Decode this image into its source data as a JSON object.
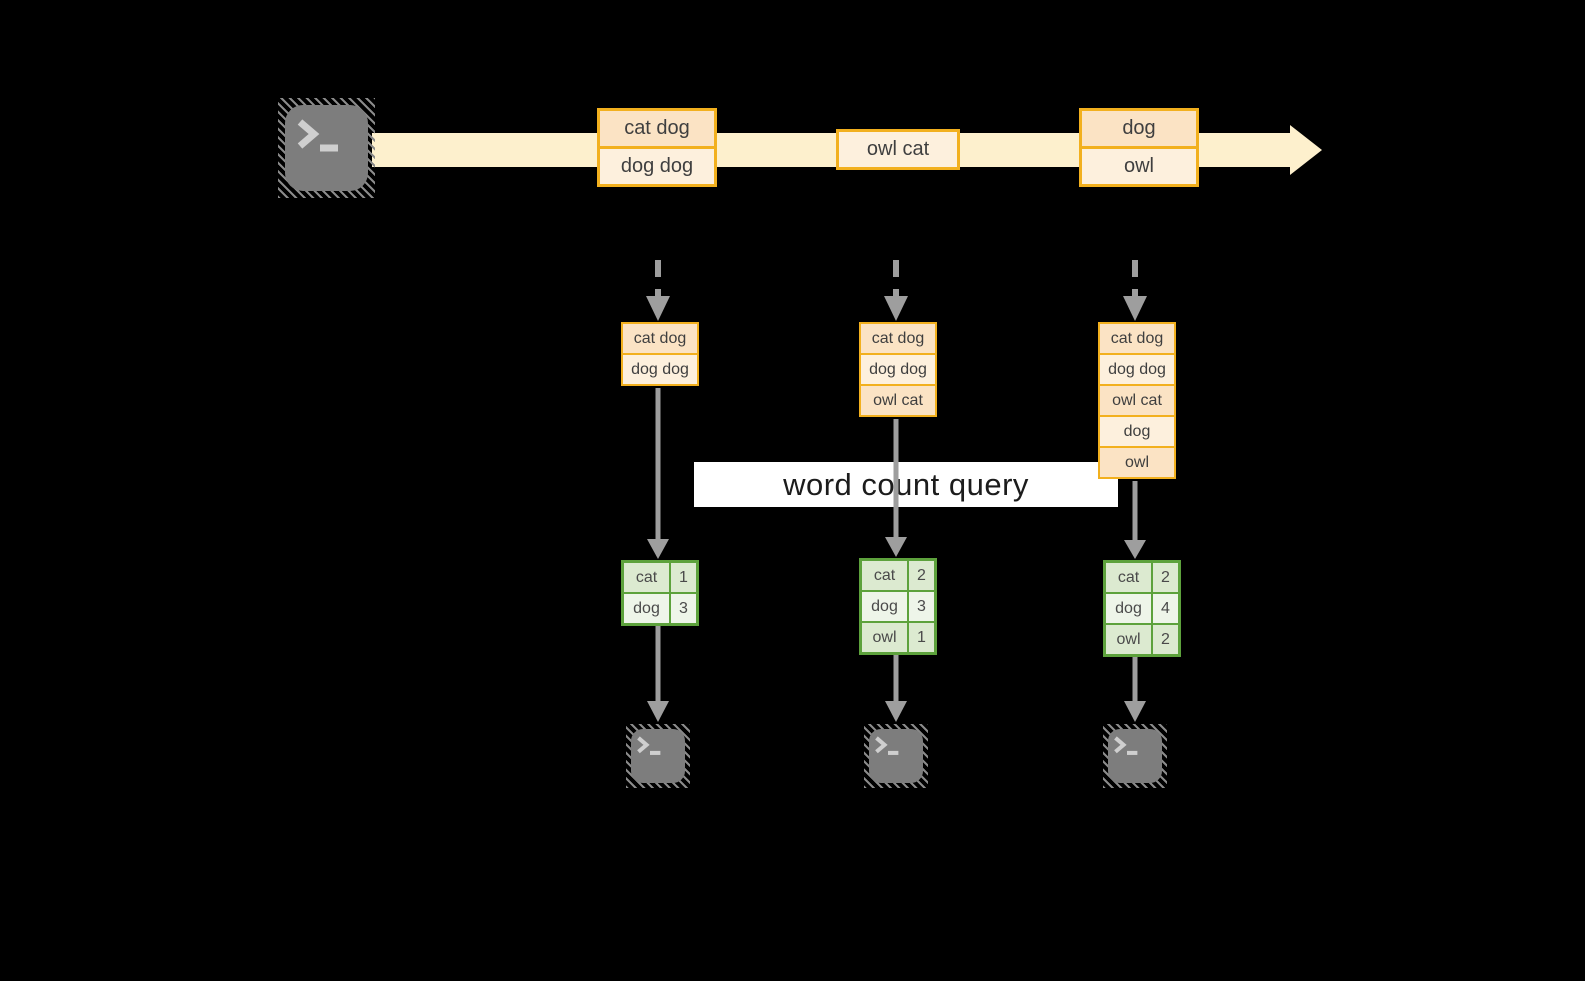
{
  "stream": {
    "source_icon": "terminal-icon",
    "sink_icon": "terminal-icon",
    "messages": [
      {
        "lines": [
          "cat dog",
          "dog dog"
        ]
      },
      {
        "lines": [
          "owl cat"
        ]
      },
      {
        "lines": [
          "dog",
          "owl"
        ]
      }
    ]
  },
  "query": {
    "label": "word count query"
  },
  "columns": [
    {
      "buffered_messages": [
        "cat dog",
        "dog dog"
      ],
      "word_counts": [
        {
          "word": "cat",
          "count": "1"
        },
        {
          "word": "dog",
          "count": "3"
        }
      ]
    },
    {
      "buffered_messages": [
        "cat dog",
        "dog dog",
        "owl cat"
      ],
      "word_counts": [
        {
          "word": "cat",
          "count": "2"
        },
        {
          "word": "dog",
          "count": "3"
        },
        {
          "word": "owl",
          "count": "1"
        }
      ]
    },
    {
      "buffered_messages": [
        "cat dog",
        "dog dog",
        "owl cat",
        "dog",
        "owl"
      ],
      "word_counts": [
        {
          "word": "cat",
          "count": "2"
        },
        {
          "word": "dog",
          "count": "4"
        },
        {
          "word": "owl",
          "count": "2"
        }
      ]
    }
  ],
  "colors": {
    "background": "#000000",
    "stream_band": "#FDF0CD",
    "orange_border": "#F2B01E",
    "peach_dark": "#FBE3C4",
    "peach_light": "#FDF0DD",
    "green_border": "#5DA23C",
    "green_dark": "#DCEAD0",
    "green_light": "#EEF5E9",
    "arrow_gray": "#9E9E9E",
    "terminal_gray": "#7D7D7D",
    "query_background": "#FFFFFF"
  }
}
